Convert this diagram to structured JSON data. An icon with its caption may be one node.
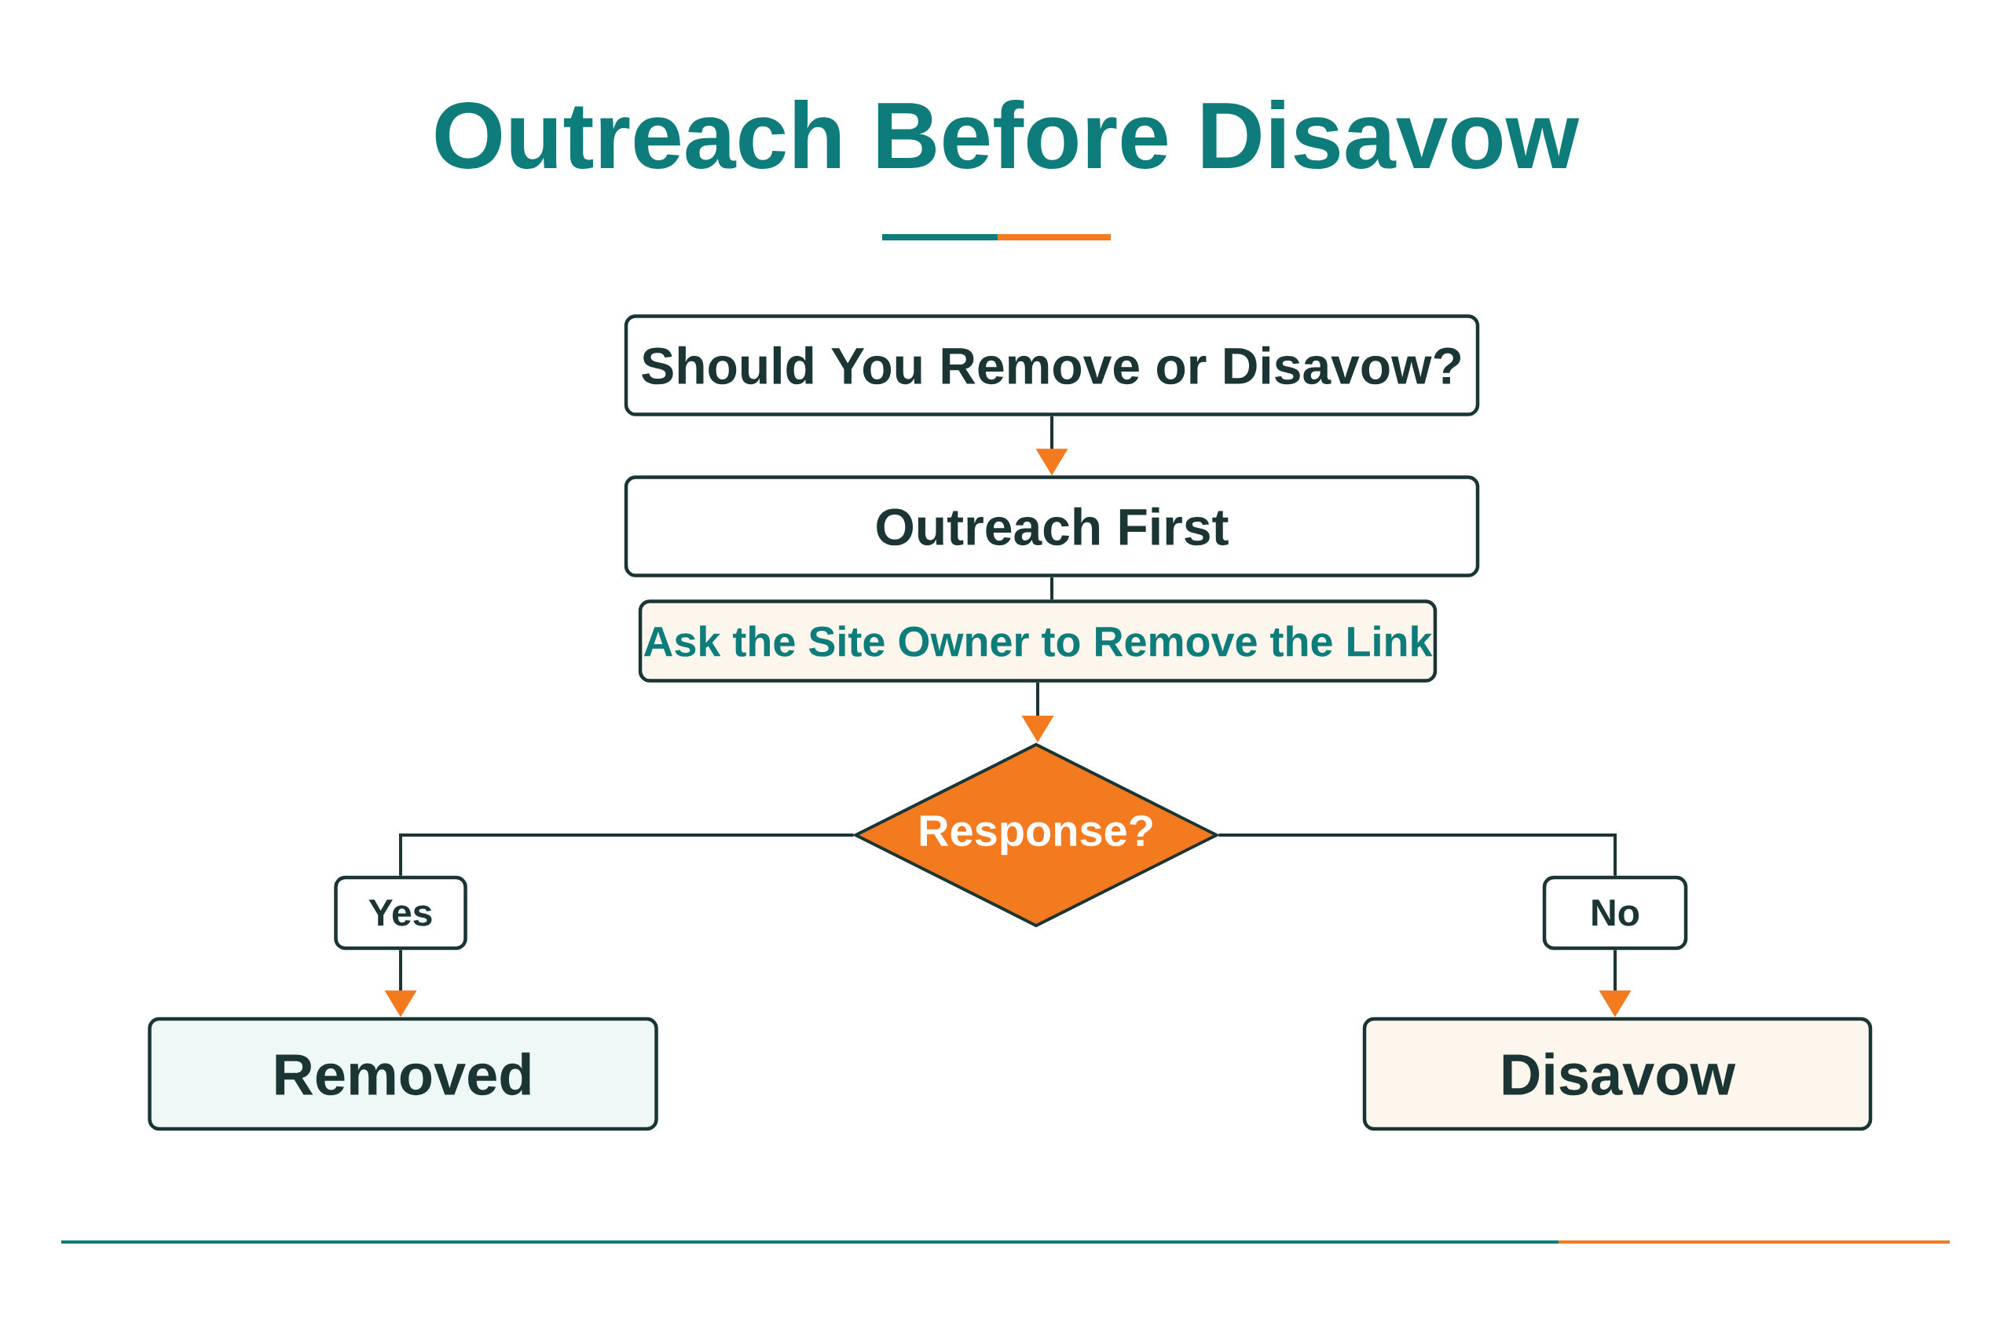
{
  "diagram": {
    "title": "Outreach Before Disavow",
    "nodes": [
      {
        "text": [
          "Should You Remove or Disavow?"
        ]
      },
      {
        "text": [
          "Outreach First"
        ]
      },
      {
        "text": [
          "Ask the Site Owner to Remove the Link"
        ]
      },
      {
        "text": [
          "Response?"
        ]
      },
      {
        "text": [
          "Yes"
        ]
      },
      {
        "text": [
          "No"
        ]
      },
      {
        "text": [
          "Removed"
        ]
      },
      {
        "text": [
          "Disavow"
        ]
      }
    ],
    "edges": [
      {
        "from": 0,
        "to": 1,
        "arrow": "to"
      },
      {
        "from": 1,
        "to": 2,
        "arrow": "none"
      },
      {
        "from": 2,
        "to": 3,
        "arrow": "to"
      },
      {
        "from": 3,
        "to": 4,
        "arrow": "none"
      },
      {
        "from": 3,
        "to": 5,
        "arrow": "none"
      },
      {
        "from": 4,
        "to": 6,
        "arrow": "to"
      },
      {
        "from": 5,
        "to": 7,
        "arrow": "to"
      }
    ]
  }
}
